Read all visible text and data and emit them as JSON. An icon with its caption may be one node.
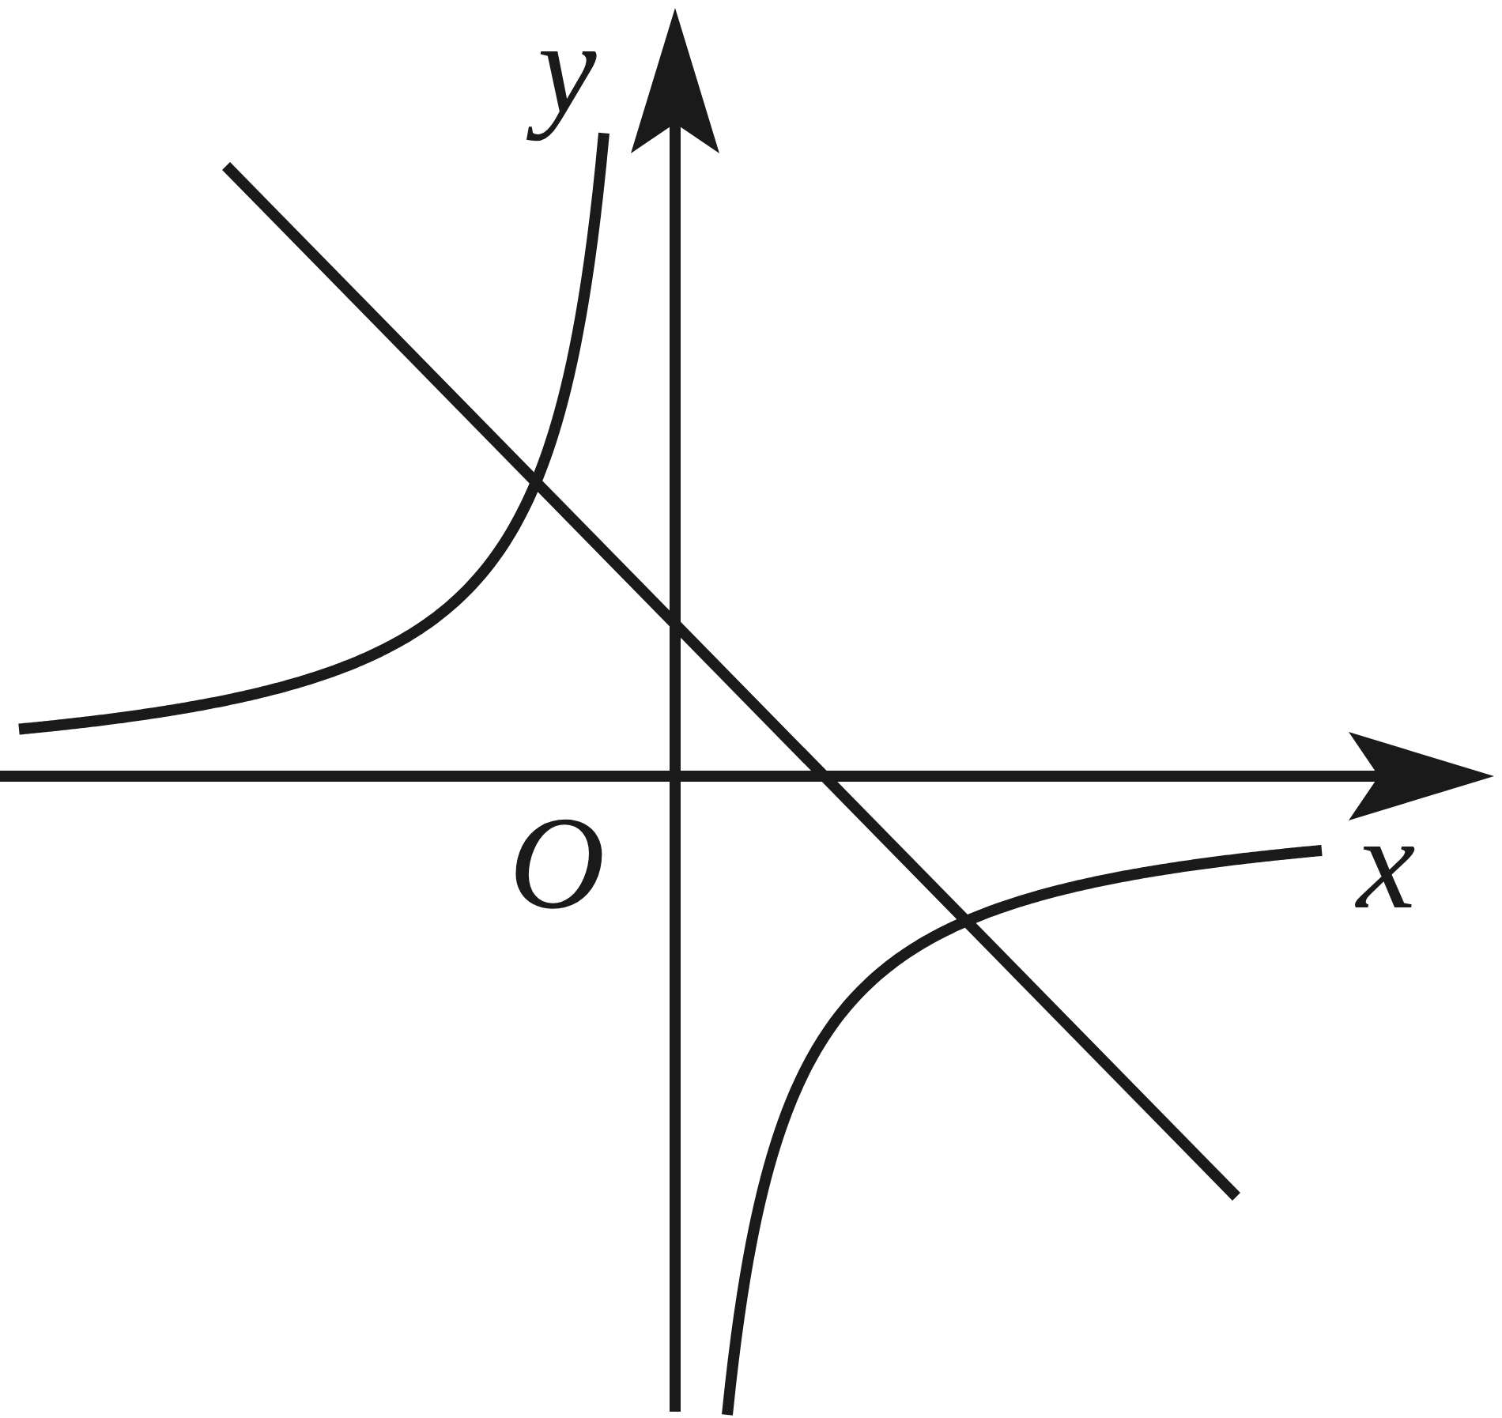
{
  "diagram": {
    "labels": [
      "y",
      "O",
      "x"
    ]
  }
}
